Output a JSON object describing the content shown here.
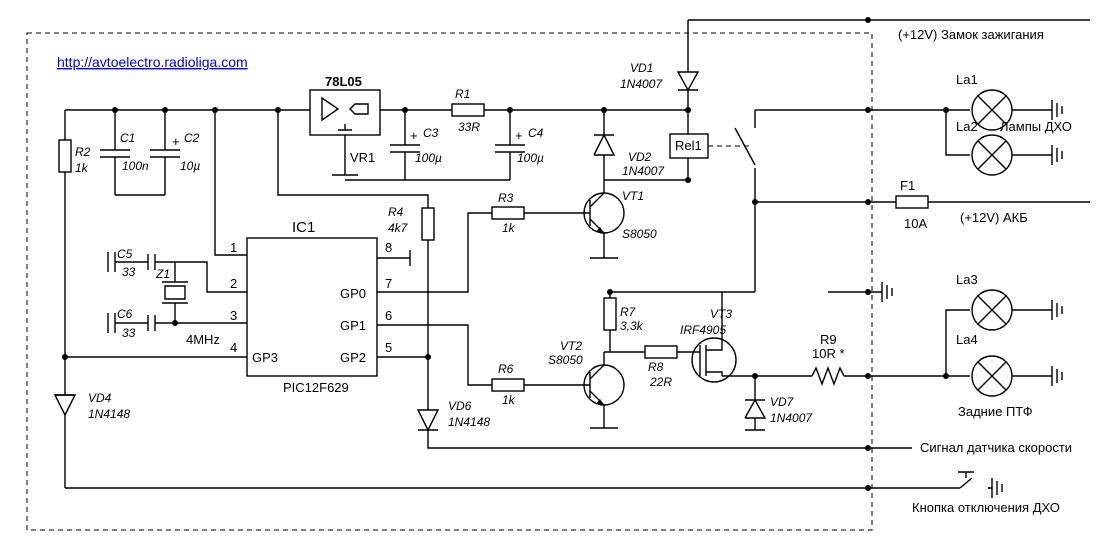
{
  "website": "http://avtoelectro.radioliga.com",
  "regulator": {
    "name": "78L05",
    "ref": "VR1"
  },
  "resistors": {
    "R1": {
      "ref": "R1",
      "value": "33R"
    },
    "R2": {
      "ref": "R2",
      "value": "1k"
    },
    "R3": {
      "ref": "R3",
      "value": "1k"
    },
    "R4": {
      "ref": "R4",
      "value": "4k7"
    },
    "R6": {
      "ref": "R6",
      "value": "1k"
    },
    "R7": {
      "ref": "R7",
      "value": "3,3k"
    },
    "R8": {
      "ref": "R8",
      "value": "22R"
    },
    "R9": {
      "ref": "R9",
      "value": "10R *"
    }
  },
  "capacitors": {
    "C1": {
      "ref": "C1",
      "value": "100n"
    },
    "C2": {
      "ref": "C2",
      "value": "10µ"
    },
    "C3": {
      "ref": "C3",
      "value": "100µ"
    },
    "C4": {
      "ref": "C4",
      "value": "100µ"
    },
    "C5": {
      "ref": "C5",
      "value": "33"
    },
    "C6": {
      "ref": "C6",
      "value": "33"
    }
  },
  "crystal": {
    "ref": "Z1",
    "value": "4MHz"
  },
  "diodes": {
    "VD1": {
      "ref": "VD1",
      "value": "1N4007"
    },
    "VD2": {
      "ref": "VD2",
      "value": "1N4007"
    },
    "VD4": {
      "ref": "VD4",
      "value": "1N4148"
    },
    "VD6": {
      "ref": "VD6",
      "value": "1N4148"
    },
    "VD7": {
      "ref": "VD7",
      "value": "1N4007"
    }
  },
  "transistors": {
    "VT1": {
      "ref": "VT1",
      "value": "S8050"
    },
    "VT2": {
      "ref": "VT2",
      "value": "S8050"
    },
    "VT3": {
      "ref": "VT3",
      "value": "IRF4905"
    }
  },
  "relay": "Rel1",
  "fuse": {
    "ref": "F1",
    "value": "10A"
  },
  "ic": {
    "ref": "IC1",
    "part": "PIC12F629",
    "pins": {
      "p1": "1",
      "p2": "2",
      "p3": "3",
      "p4": "4",
      "p5": "5",
      "p6": "6",
      "p7": "7",
      "p8": "8",
      "gp0": "GP0",
      "gp1": "GP1",
      "gp2": "GP2",
      "gp3": "GP3"
    }
  },
  "lamps": {
    "la1": "La1",
    "la2": "La2",
    "la3": "La3",
    "la4": "La4"
  },
  "labels": {
    "ignition": "(+12V) Замок зажигания",
    "battery": "(+12V) АКБ",
    "drl_lamps": "Лампы ДХО",
    "rear_fog": "Задние ПТФ",
    "speed_signal": "Сигнал датчика скорости",
    "drl_off_button": "Кнопка отключения ДХО"
  }
}
